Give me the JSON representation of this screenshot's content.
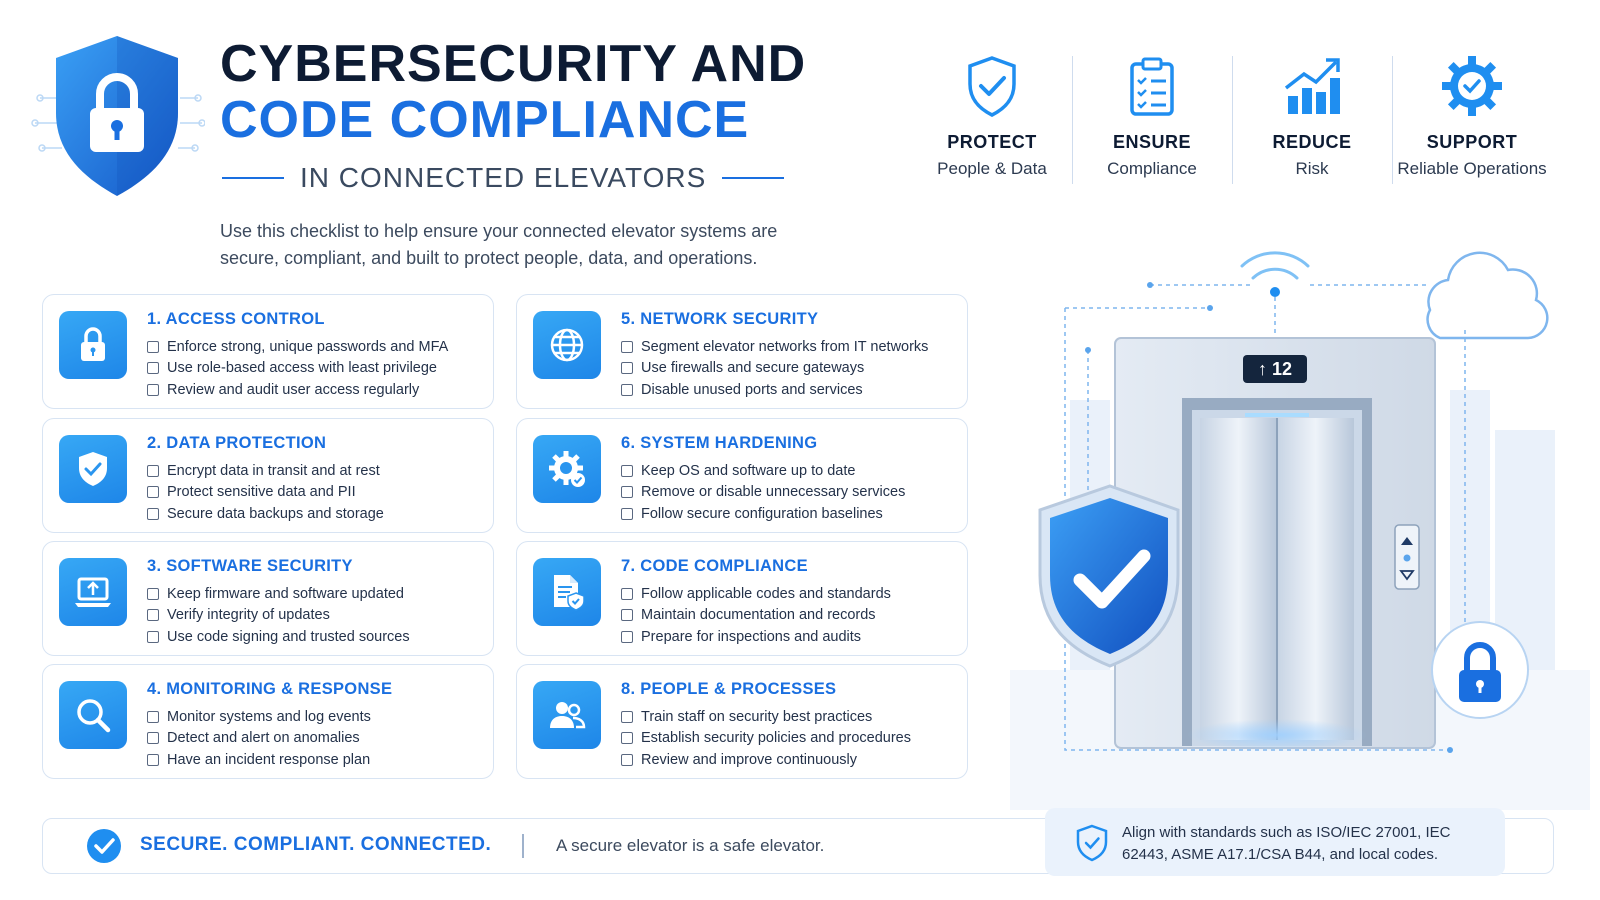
{
  "header": {
    "title_line1": "CYBERSECURITY AND",
    "title_line2": "CODE COMPLIANCE",
    "subtitle": "IN CONNECTED ELEVATORS",
    "intro": "Use this checklist to help ensure your connected elevator systems are secure, compliant, and built to protect people, data, and operations."
  },
  "pillars": [
    {
      "icon": "shield-check-icon",
      "title": "PROTECT",
      "sub": "People & Data"
    },
    {
      "icon": "clipboard-checklist-icon",
      "title": "ENSURE",
      "sub": "Compliance"
    },
    {
      "icon": "trend-chart-icon",
      "title": "REDUCE",
      "sub": "Risk"
    },
    {
      "icon": "gear-check-icon",
      "title": "SUPPORT",
      "sub": "Reliable Operations"
    }
  ],
  "cards": [
    {
      "icon": "lock-icon",
      "title": "1. ACCESS CONTROL",
      "items": [
        "Enforce strong, unique passwords and MFA",
        "Use role-based access with least privilege",
        "Review and audit user access regularly"
      ]
    },
    {
      "icon": "shield-check-icon",
      "title": "2. DATA PROTECTION",
      "items": [
        "Encrypt data in transit and at rest",
        "Protect sensitive data and PII",
        "Secure data backups and storage"
      ]
    },
    {
      "icon": "laptop-upload-icon",
      "title": "3. SOFTWARE SECURITY",
      "items": [
        "Keep firmware and software updated",
        "Verify integrity of updates",
        "Use code signing and trusted sources"
      ]
    },
    {
      "icon": "magnifier-icon",
      "title": "4. MONITORING & RESPONSE",
      "items": [
        "Monitor systems and log events",
        "Detect and alert on anomalies",
        "Have an incident response plan"
      ]
    },
    {
      "icon": "globe-icon",
      "title": "5. NETWORK SECURITY",
      "items": [
        "Segment elevator networks from IT networks",
        "Use firewalls and secure gateways",
        "Disable unused ports and services"
      ]
    },
    {
      "icon": "gear-check-icon",
      "title": "6. SYSTEM HARDENING",
      "items": [
        "Keep OS and software up to date",
        "Remove or disable unnecessary services",
        "Follow secure configuration baselines"
      ]
    },
    {
      "icon": "document-shield-icon",
      "title": "7. CODE COMPLIANCE",
      "items": [
        "Follow applicable codes and standards",
        "Maintain documentation and records",
        "Prepare for inspections and audits"
      ]
    },
    {
      "icon": "people-icon",
      "title": "8. PEOPLE & PROCESSES",
      "items": [
        "Train staff on security best practices",
        "Establish security policies and procedures",
        "Review and improve continuously"
      ]
    }
  ],
  "illustration": {
    "floor_indicator": "↑ 12"
  },
  "footer": {
    "slogan": "SECURE. COMPLIANT. CONNECTED.",
    "tagline": "A secure elevator is a safe elevator.",
    "standards": "Align with standards such as ISO/IEC 27001, IEC 62443, ASME A17.1/CSA B44, and local codes."
  },
  "colors": {
    "accent": "#1a6fe0",
    "heading": "#0d1b33",
    "icon_tile": "#2a95ef",
    "border": "#d8e4f3"
  }
}
